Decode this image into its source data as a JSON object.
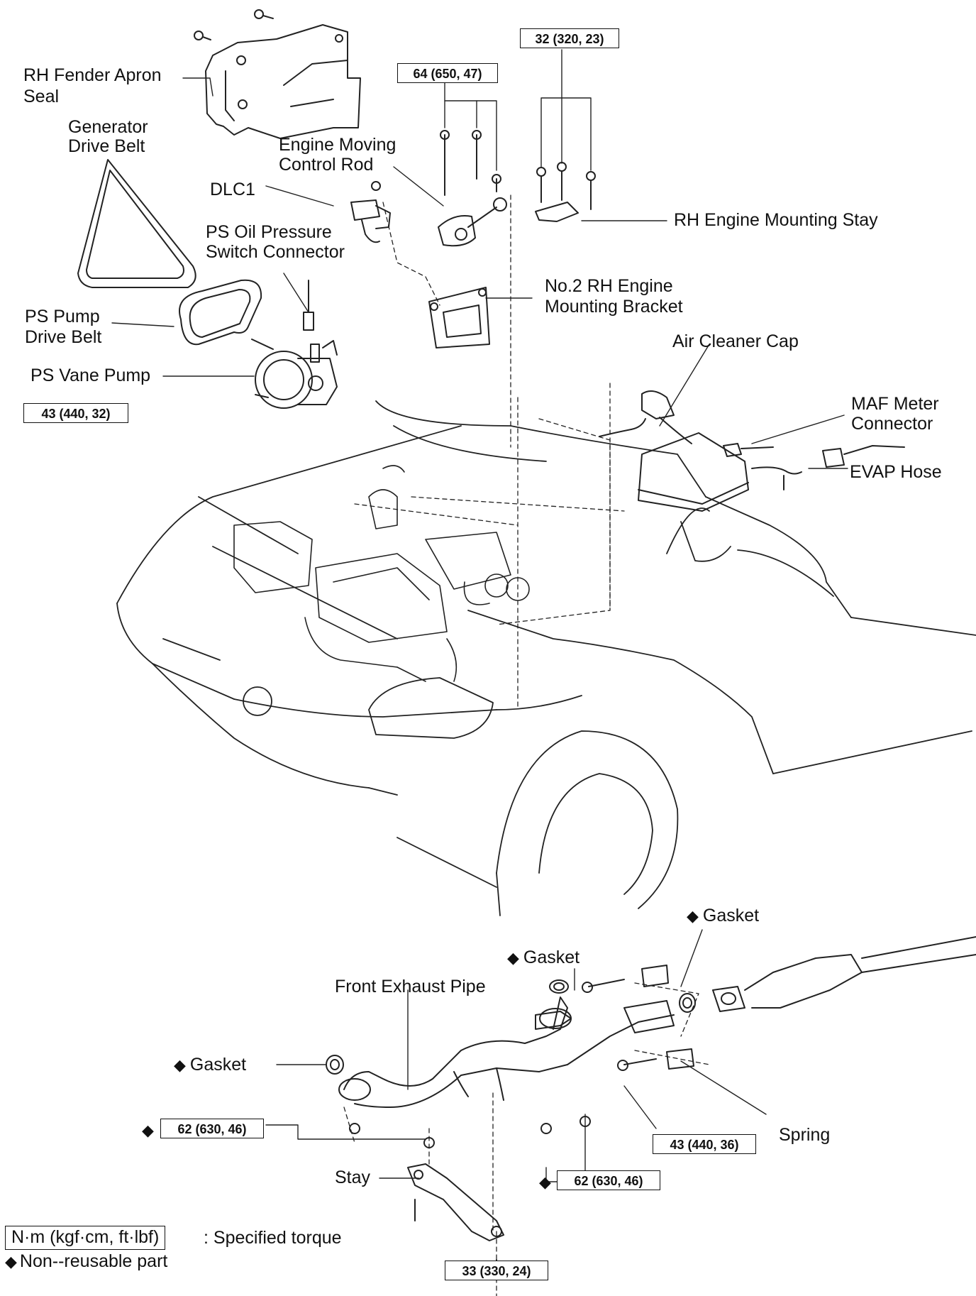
{
  "labels": {
    "rh_fender_apron_seal_1": "RH Fender Apron",
    "rh_fender_apron_seal_2": "Seal",
    "generator_drive_belt_1": "Generator",
    "generator_drive_belt_2": "Drive Belt",
    "engine_moving_rod_1": "Engine Moving",
    "engine_moving_rod_2": "Control Rod",
    "dlc1": "DLC1",
    "ps_oil_switch_1": "PS Oil Pressure",
    "ps_oil_switch_2": "Switch Connector",
    "rh_engine_mounting_stay": "RH Engine Mounting Stay",
    "no2_bracket_1": "No.2 RH Engine",
    "no2_bracket_2": "Mounting Bracket",
    "ps_pump_belt_1": "PS Pump",
    "ps_pump_belt_2": "Drive Belt",
    "ps_vane_pump": "PS Vane Pump",
    "air_cleaner_cap": "Air Cleaner Cap",
    "maf_connector_1": "MAF Meter",
    "maf_connector_2": "Connector",
    "evap_hose": "EVAP Hose",
    "gasket_right": "Gasket",
    "gasket_center": "Gasket",
    "front_exhaust_pipe": "Front Exhaust Pipe",
    "gasket_left": "Gasket",
    "spring": "Spring",
    "stay": "Stay"
  },
  "torques": {
    "t32": "32 (320, 23)",
    "t64": "64 (650, 47)",
    "t43_ps": "43 (440, 32)",
    "t62_left": "62 (630, 46)",
    "t43_exh": "43 (440, 36)",
    "t62_bottom": "62 (630, 46)",
    "t33": "33 (330, 24)"
  },
  "symbols": {
    "diamond": "◆"
  },
  "legend": {
    "torque_unit": "N·m (kgf·cm, ft·lbf)",
    "torque_desc": ": Specified torque",
    "nonreusable": "Non--reusable part"
  }
}
